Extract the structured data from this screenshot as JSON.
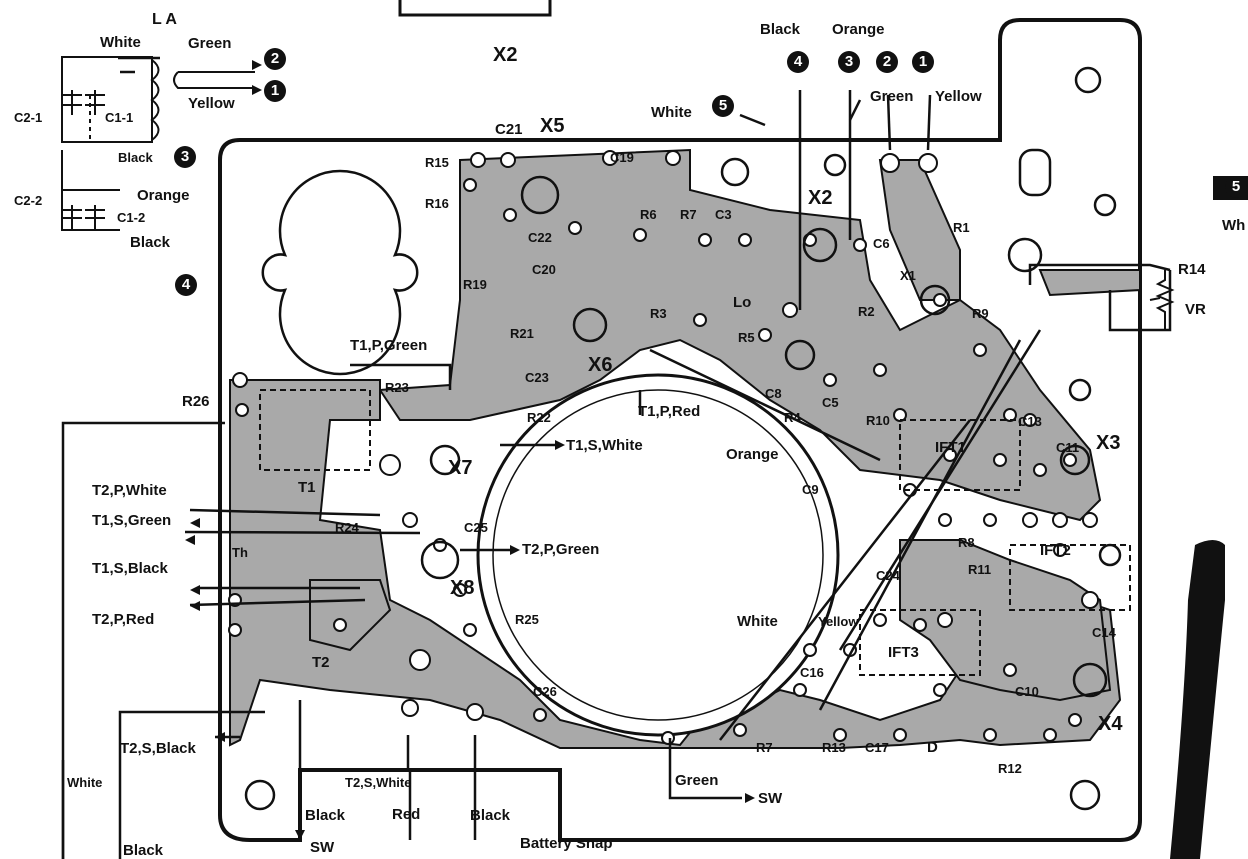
{
  "colors": {
    "board": "#a9a9a9",
    "trace": "#8a8a8a",
    "ink": "#111111",
    "paper": "#ffffff"
  },
  "la_block": {
    "title": "L A",
    "white": "White",
    "green": "Green",
    "yellow": "Yellow",
    "c2_1": "C2-1",
    "c1_1": "C1-1",
    "black": "Black",
    "orange": "Orange",
    "c2_2": "C2-2",
    "c1_2": "C1-2",
    "black2": "Black",
    "badge_2": "2",
    "badge_1": "1",
    "badge_3": "3",
    "badge_4": "4"
  },
  "top": {
    "x2_left": "X2",
    "black": "Black",
    "orange": "Orange",
    "green": "Green",
    "yellow": "Yellow",
    "white": "White",
    "c21": "C21",
    "x5": "X5",
    "badge_4": "4",
    "badge_3": "3",
    "badge_2": "2",
    "badge_1": "1",
    "badge_5": "5"
  },
  "right": {
    "badge_5": "5",
    "white_cut": "Wh",
    "r14": "R14",
    "vr": "VR"
  },
  "left_labels": {
    "r26": "R26",
    "t1p_green": "T1,P,Green",
    "t2p_white": "T2,P,White",
    "t1s_green": "T1,S,Green",
    "t1s_black": "T1,S,Black",
    "t2p_red": "T2,P,Red",
    "t2s_black": "T2,S,Black",
    "white": "White",
    "black": "Black",
    "t1": "T1",
    "t2": "T2",
    "th": "Th"
  },
  "board_labels": {
    "r15": "R15",
    "r16": "R16",
    "r19": "R19",
    "c22": "C22",
    "c20": "C20",
    "r21": "R21",
    "c23": "C23",
    "r22": "R22",
    "r23": "R23",
    "c19": "C19",
    "r6": "R6",
    "r7": "R7",
    "c3": "C3",
    "x2": "X2",
    "c6": "C6",
    "x1": "X1",
    "r1": "R1",
    "lo": "Lo",
    "r5": "R5",
    "r3": "R3",
    "r2": "R2",
    "r9": "R9",
    "c8": "C8",
    "c5": "C5",
    "r4": "R4",
    "r10": "R10",
    "x6": "X6",
    "x7": "X7",
    "x8": "X8",
    "r24": "R24",
    "r25": "R25",
    "c25": "C25",
    "c26": "C26",
    "c13": "C13",
    "x3": "X3",
    "ift1": "IFT1",
    "ift2": "IFT2",
    "ift3": "IFT3",
    "c9": "C9",
    "r8": "R8",
    "c14": "C14",
    "c24": "C24",
    "c11": "C11",
    "x4": "X4",
    "r12": "R12",
    "r13": "R13",
    "c17": "C17",
    "d": "D",
    "c10": "C10",
    "c16": "C16",
    "r7b": "R7",
    "r11": "R11"
  },
  "center_labels": {
    "t1p_red": "T1,P,Red",
    "t1s_white": "T1,S,White",
    "t2p_green": "T2,P,Green",
    "orange": "Orange",
    "white": "White",
    "yellow": "Yellow"
  },
  "bottom": {
    "green": "Green",
    "sw": "SW",
    "t2s_white": "T2,S,White",
    "black": "Black",
    "sw2": "SW",
    "red": "Red",
    "black2": "Black",
    "battery_snap": "Battery Snap"
  }
}
